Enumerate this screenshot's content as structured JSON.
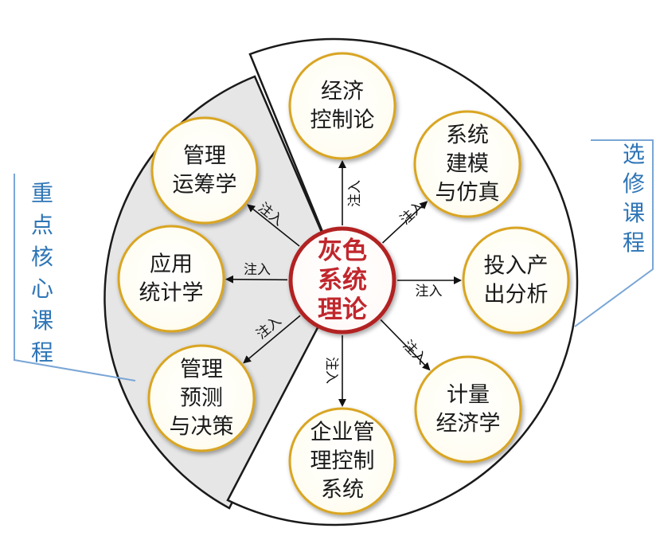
{
  "center": {
    "lines": [
      "灰色",
      "系统",
      "理论"
    ]
  },
  "left_group_label": "重点核心课程",
  "right_group_label": "选修课程",
  "arrow_label": "注入",
  "nodes": [
    {
      "id": "economic-control",
      "lines": [
        "经济",
        "控制论"
      ]
    },
    {
      "id": "system-modeling",
      "lines": [
        "系统",
        "建模",
        "与仿真"
      ]
    },
    {
      "id": "input-output",
      "lines": [
        "投入产",
        "出分析"
      ]
    },
    {
      "id": "econometrics",
      "lines": [
        "计量",
        "经济学"
      ]
    },
    {
      "id": "enterprise-control",
      "lines": [
        "企业管",
        "理控制",
        "系统"
      ]
    },
    {
      "id": "forecast-decision",
      "lines": [
        "管理",
        "预测",
        "与决策"
      ]
    },
    {
      "id": "applied-statistics",
      "lines": [
        "应用",
        "统计学"
      ]
    },
    {
      "id": "operations-research",
      "lines": [
        "管理",
        "运筹学"
      ]
    }
  ],
  "colors": {
    "node_fill": "#fffef5",
    "node_border": "#d9a521",
    "center_border": "#b22222",
    "center_text": "#c0272d",
    "left_region_fill": "#e6e6e6",
    "side_label": "#2e75b6"
  }
}
